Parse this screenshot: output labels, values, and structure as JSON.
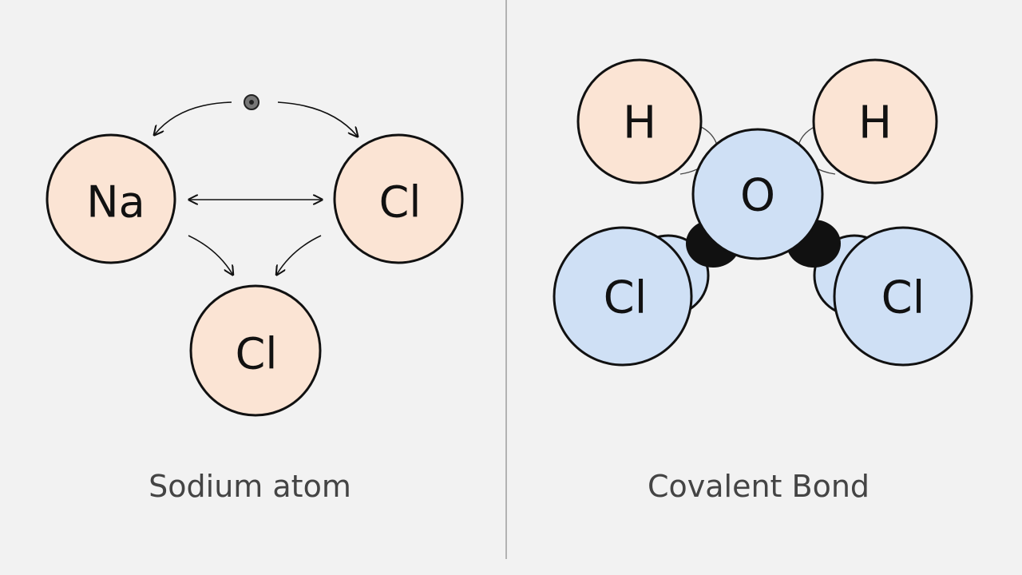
{
  "colors": {
    "background": "#f2f2f2",
    "divider": "#b3b3b3",
    "ionic_atom_fill": "#fbe4d4",
    "covalent_h_fill": "#fbe4d4",
    "covalent_o_cl_fill": "#cfe0f5",
    "outline": "#111111",
    "caption_text": "#444444"
  },
  "left_panel": {
    "atoms": {
      "na": "Na",
      "cl_right": "Cl",
      "cl_bottom": "Cl"
    },
    "electron_icon": "electron-dot-icon",
    "caption": "Sodium atom"
  },
  "right_panel": {
    "atoms": {
      "h_left": "H",
      "h_right": "H",
      "o": "O",
      "cl_left": "Cl",
      "cl_right": "Cl"
    },
    "caption": "Covalent Bond"
  }
}
